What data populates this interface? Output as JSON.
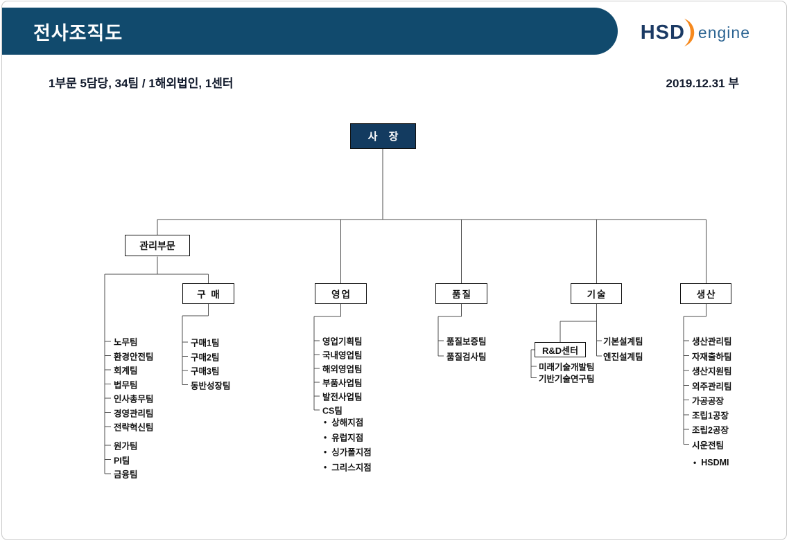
{
  "header": {
    "title": "전사조직도",
    "summary": "1부문 5담당, 34팀 / 1해외법인, 1센터",
    "effective_date": "2019.12.31 부",
    "logo": {
      "hsd": "HSD",
      "engine": "engine"
    },
    "colors": {
      "banner": "#114a6d",
      "president_box": "#133b60",
      "logo_navy": "#1b3a64",
      "logo_orange": "#f6891e",
      "logo_blue": "#2c6492",
      "connector": "#4d4d4d"
    }
  },
  "org": {
    "bullet": "•",
    "president": "사 장",
    "admin_division": {
      "label": "관리부문",
      "teams": [
        "노무팀",
        "환경안전팀",
        "회계팀",
        "법무팀",
        "인사총무팀",
        "경영관리팀",
        "전략혁신팀",
        "원가팀",
        "PI팀",
        "금융팀"
      ]
    },
    "purchasing": {
      "label": "구 매",
      "teams": [
        "구매1팀",
        "구매2팀",
        "구매3팀",
        "동반성장팀"
      ]
    },
    "sales": {
      "label": "영업",
      "teams": [
        "영업기획팀",
        "국내영업팀",
        "해외영업팀",
        "부품사업팀",
        "발전사업팀",
        "CS팀"
      ],
      "cs_branches": [
        "상해지점",
        "유럽지점",
        "싱가폴지점",
        "그리스지점"
      ]
    },
    "quality": {
      "label": "품질",
      "teams": [
        "품질보증팀",
        "품질검사팀"
      ]
    },
    "technology": {
      "label": "기술",
      "teams": [
        "기본설계팀",
        "엔진설계팀"
      ],
      "rnd_center": {
        "label": "R&D센터",
        "teams": [
          "미래기술개발팀",
          "기반기술연구팀"
        ]
      }
    },
    "production": {
      "label": "생산",
      "teams": [
        "생산관리팀",
        "자재출하팀",
        "생산지원팀",
        "외주관리팀",
        "가공공장",
        "조립1공장",
        "조립2공장",
        "시운전팀"
      ],
      "overseas_subsidiary": "HSDMI"
    }
  }
}
